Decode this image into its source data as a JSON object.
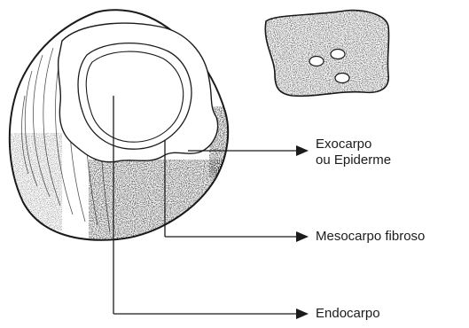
{
  "figure": {
    "subject": "coconut-fruit-section",
    "labels": {
      "exocarpo_line1": "Exocarpo",
      "exocarpo_line2": "ou Epiderme",
      "mesocarpo": "Mesocarpo fibroso",
      "endocarpo": "Endocarpo"
    },
    "colors": {
      "ink": "#1b1b1b",
      "background": "#ffffff"
    }
  }
}
